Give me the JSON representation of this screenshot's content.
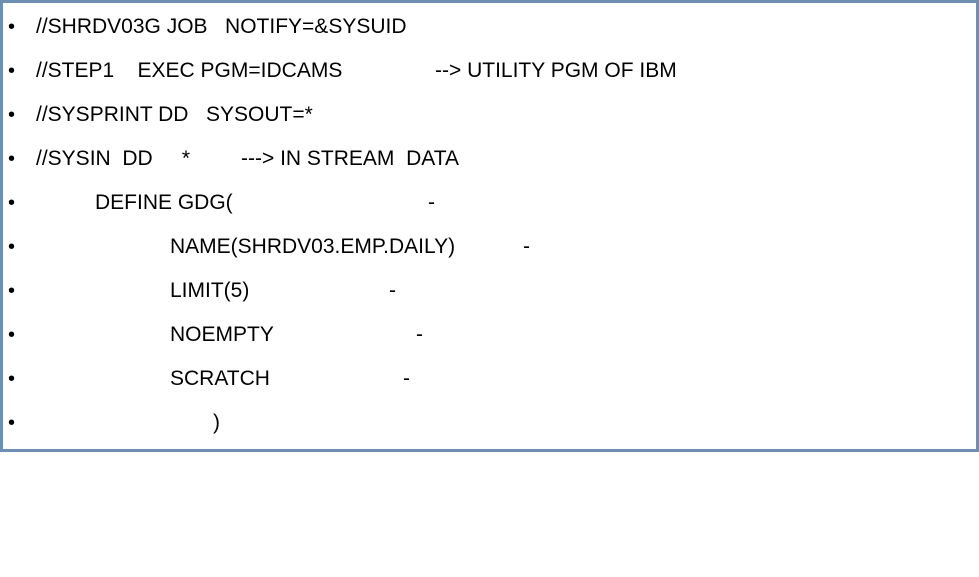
{
  "lines": [
    {
      "bullet": "•",
      "segments": [
        "//SHRDV03G JOB   NOTIFY=&SYSUID"
      ]
    },
    {
      "bullet": "•",
      "segments": [
        "//STEP1    EXEC PGM=IDCAMS",
        "--> UTILITY PGM OF IBM"
      ]
    },
    {
      "bullet": "•",
      "segments": [
        "//SYSPRINT DD   SYSOUT=*"
      ]
    },
    {
      "bullet": "•",
      "segments": [
        "//SYSIN  DD     *",
        "---> IN STREAM  DATA"
      ]
    },
    {
      "bullet": "•",
      "segments": [
        "DEFINE GDG(",
        "-"
      ]
    },
    {
      "bullet": "•",
      "segments": [
        "NAME(SHRDV03.EMP.DAILY)",
        "-"
      ]
    },
    {
      "bullet": "•",
      "segments": [
        "LIMIT(5)",
        "-"
      ]
    },
    {
      "bullet": "•",
      "segments": [
        "NOEMPTY",
        "-"
      ]
    },
    {
      "bullet": "•",
      "segments": [
        "SCRATCH",
        "-"
      ]
    },
    {
      "bullet": "•",
      "segments": [
        ")"
      ]
    }
  ]
}
